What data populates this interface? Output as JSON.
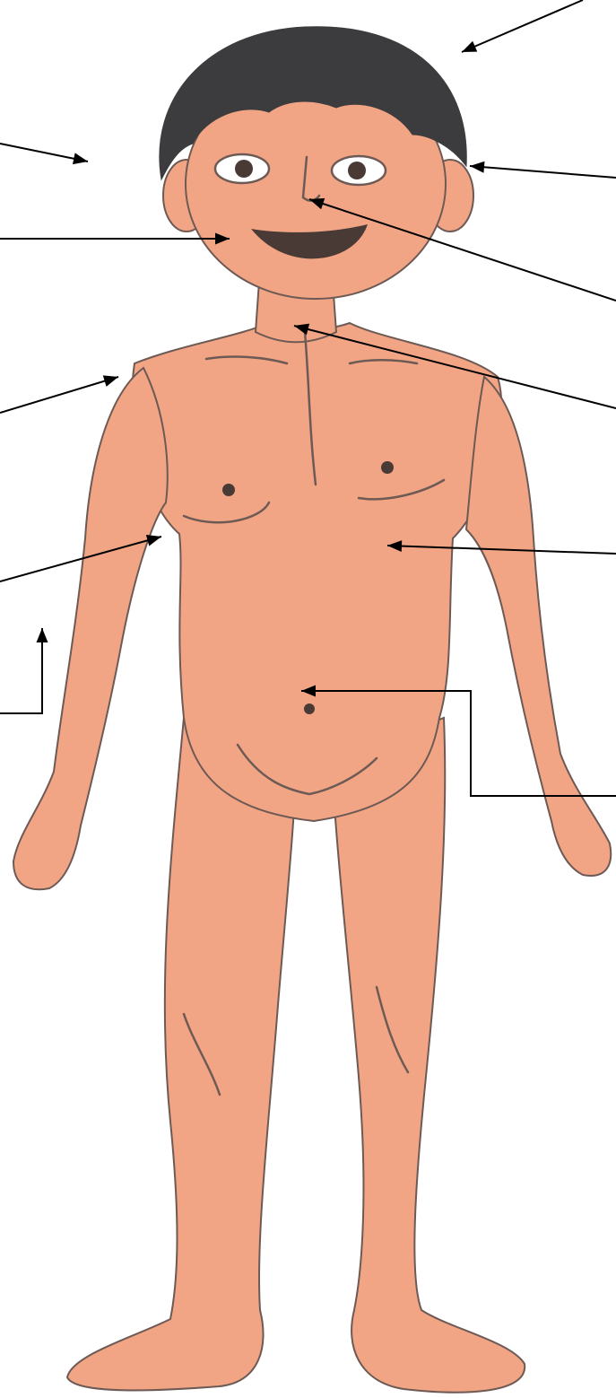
{
  "worksheet": {
    "colors": {
      "skin": "#f2a585",
      "skin_shade": "#e98f6d",
      "outline": "#6d5a55",
      "hair": "#3c3c3e",
      "mouth": "#4a3a36",
      "arrow": "#000000",
      "background": "#ffffff"
    },
    "label_arrows": [
      {
        "name": "arrow-hair"
      },
      {
        "name": "arrow-head"
      },
      {
        "name": "arrow-cheek"
      },
      {
        "name": "arrow-shoulder"
      },
      {
        "name": "arrow-elbow"
      },
      {
        "name": "arrow-forearm"
      },
      {
        "name": "arrow-ear"
      },
      {
        "name": "arrow-nose"
      },
      {
        "name": "arrow-neck"
      },
      {
        "name": "arrow-belly"
      },
      {
        "name": "arrow-navel"
      }
    ]
  }
}
